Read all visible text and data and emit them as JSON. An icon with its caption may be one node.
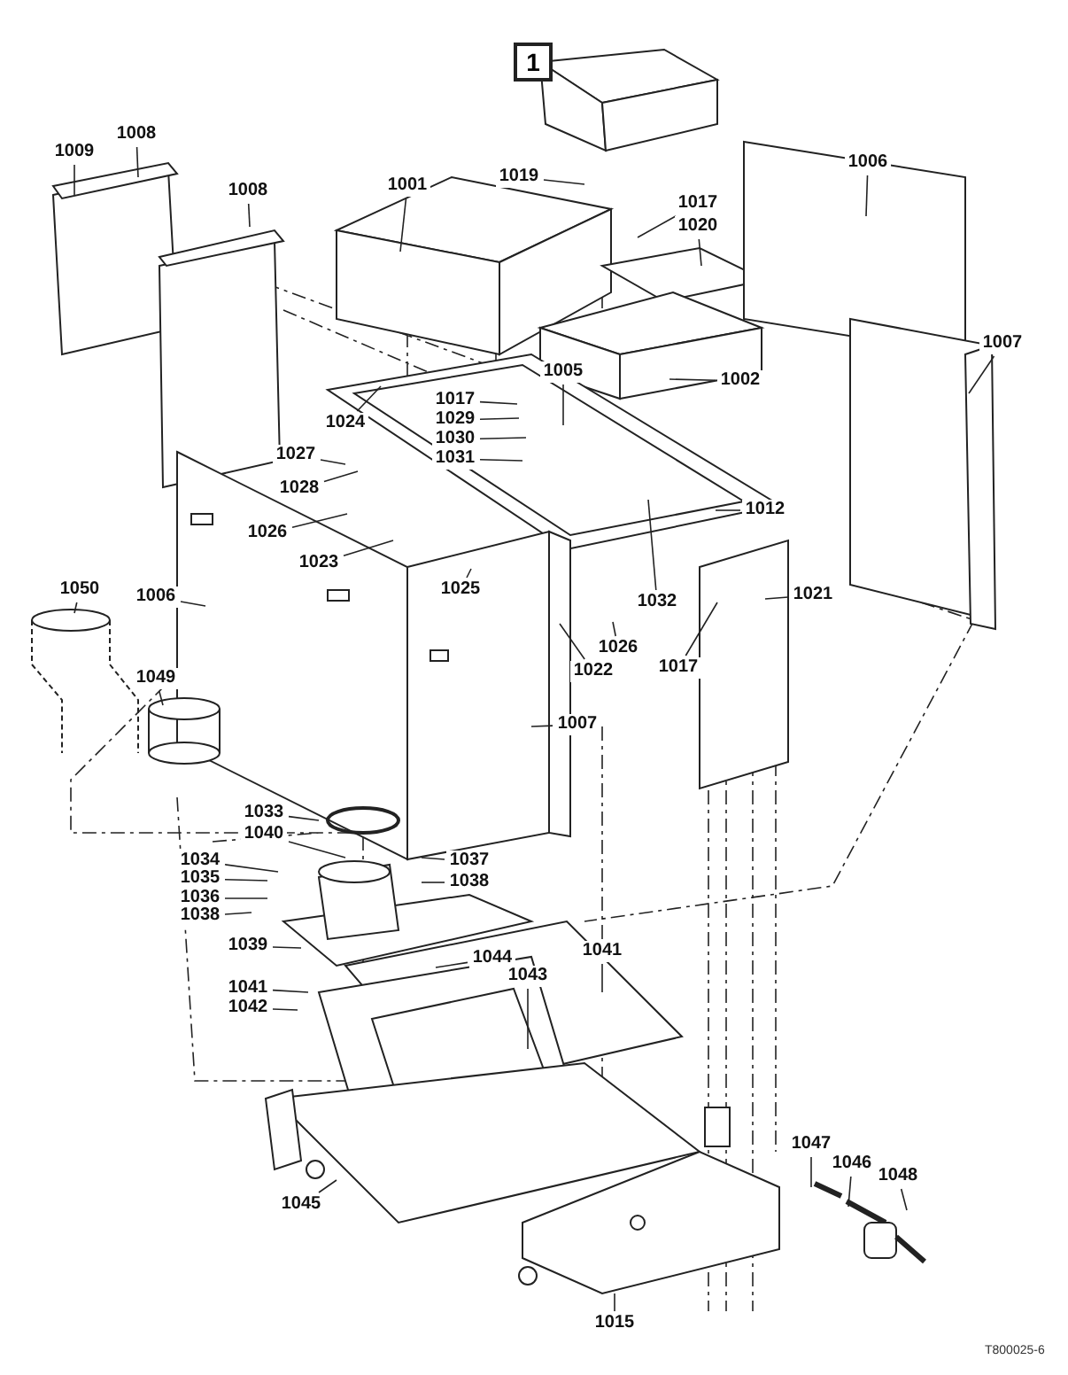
{
  "diagram": {
    "nodes": [
      {
        "text": [
          "1"
        ]
      },
      {
        "text": [
          "1009"
        ]
      },
      {
        "text": [
          "1008"
        ]
      },
      {
        "text": [
          "1008"
        ]
      },
      {
        "text": [
          "1001"
        ]
      },
      {
        "text": [
          "1019"
        ]
      },
      {
        "text": [
          "1006"
        ]
      },
      {
        "text": [
          "1017"
        ]
      },
      {
        "text": [
          "1020"
        ]
      },
      {
        "text": [
          "1002"
        ]
      },
      {
        "text": [
          "1005"
        ]
      },
      {
        "text": [
          "1007"
        ]
      },
      {
        "text": [
          "1017"
        ]
      },
      {
        "text": [
          "1029"
        ]
      },
      {
        "text": [
          "1030"
        ]
      },
      {
        "text": [
          "1031"
        ]
      },
      {
        "text": [
          "1024"
        ]
      },
      {
        "text": [
          "1027"
        ]
      },
      {
        "text": [
          "1028"
        ]
      },
      {
        "text": [
          "1012"
        ]
      },
      {
        "text": [
          "1026"
        ]
      },
      {
        "text": [
          "1023"
        ]
      },
      {
        "text": [
          "1025"
        ]
      },
      {
        "text": [
          "1032"
        ]
      },
      {
        "text": [
          "1026"
        ]
      },
      {
        "text": [
          "1022"
        ]
      },
      {
        "text": [
          "1017"
        ]
      },
      {
        "text": [
          "1021"
        ]
      },
      {
        "text": [
          "1050"
        ]
      },
      {
        "text": [
          "1006"
        ]
      },
      {
        "text": [
          "1049"
        ]
      },
      {
        "text": [
          "1007"
        ]
      },
      {
        "text": [
          "1033"
        ]
      },
      {
        "text": [
          "1040"
        ]
      },
      {
        "text": [
          "1034"
        ]
      },
      {
        "text": [
          "1037"
        ]
      },
      {
        "text": [
          "1035"
        ]
      },
      {
        "text": [
          "1038"
        ]
      },
      {
        "text": [
          "1036"
        ]
      },
      {
        "text": [
          "1038"
        ]
      },
      {
        "text": [
          "1039"
        ]
      },
      {
        "text": [
          "1041"
        ]
      },
      {
        "text": [
          "1044"
        ]
      },
      {
        "text": [
          "1043"
        ]
      },
      {
        "text": [
          "1041"
        ]
      },
      {
        "text": [
          "1042"
        ]
      },
      {
        "text": [
          "1047"
        ]
      },
      {
        "text": [
          "1046"
        ]
      },
      {
        "text": [
          "1048"
        ]
      },
      {
        "text": [
          "1045"
        ]
      },
      {
        "text": [
          "1015"
        ]
      }
    ],
    "edges": [
      {
        "from": 1,
        "to": null,
        "arrow": "none"
      },
      {
        "from": 2,
        "to": null,
        "arrow": "none"
      },
      {
        "from": 3,
        "to": null,
        "arrow": "none"
      },
      {
        "from": 4,
        "to": null,
        "arrow": "none"
      },
      {
        "from": 5,
        "to": null,
        "arrow": "none"
      },
      {
        "from": 6,
        "to": null,
        "arrow": "none"
      },
      {
        "from": 7,
        "to": null,
        "arrow": "none"
      },
      {
        "from": 8,
        "to": null,
        "arrow": "none"
      },
      {
        "from": 9,
        "to": null,
        "arrow": "none"
      },
      {
        "from": 10,
        "to": null,
        "arrow": "none"
      },
      {
        "from": 11,
        "to": null,
        "arrow": "none"
      },
      {
        "from": 12,
        "to": null,
        "arrow": "none"
      },
      {
        "from": 13,
        "to": null,
        "arrow": "none"
      },
      {
        "from": 14,
        "to": null,
        "arrow": "none"
      },
      {
        "from": 15,
        "to": null,
        "arrow": "none"
      },
      {
        "from": 16,
        "to": null,
        "arrow": "none"
      },
      {
        "from": 17,
        "to": null,
        "arrow": "none"
      },
      {
        "from": 18,
        "to": null,
        "arrow": "none"
      },
      {
        "from": 19,
        "to": null,
        "arrow": "none"
      },
      {
        "from": 20,
        "to": null,
        "arrow": "none"
      },
      {
        "from": 21,
        "to": null,
        "arrow": "none"
      },
      {
        "from": 22,
        "to": null,
        "arrow": "none"
      },
      {
        "from": 23,
        "to": null,
        "arrow": "none"
      },
      {
        "from": 24,
        "to": null,
        "arrow": "none"
      },
      {
        "from": 25,
        "to": null,
        "arrow": "none"
      },
      {
        "from": 26,
        "to": null,
        "arrow": "none"
      },
      {
        "from": 27,
        "to": null,
        "arrow": "none"
      },
      {
        "from": 28,
        "to": null,
        "arrow": "none"
      },
      {
        "from": 29,
        "to": null,
        "arrow": "none"
      },
      {
        "from": 30,
        "to": null,
        "arrow": "none"
      },
      {
        "from": 31,
        "to": null,
        "arrow": "none"
      },
      {
        "from": 32,
        "to": null,
        "arrow": "none"
      },
      {
        "from": 33,
        "to": null,
        "arrow": "none"
      },
      {
        "from": 34,
        "to": null,
        "arrow": "none"
      },
      {
        "from": 35,
        "to": null,
        "arrow": "none"
      },
      {
        "from": 36,
        "to": null,
        "arrow": "none"
      },
      {
        "from": 37,
        "to": null,
        "arrow": "none"
      },
      {
        "from": 38,
        "to": null,
        "arrow": "none"
      },
      {
        "from": 39,
        "to": null,
        "arrow": "none"
      },
      {
        "from": 40,
        "to": null,
        "arrow": "none"
      },
      {
        "from": 41,
        "to": null,
        "arrow": "none"
      },
      {
        "from": 42,
        "to": null,
        "arrow": "none"
      },
      {
        "from": 43,
        "to": null,
        "arrow": "none"
      },
      {
        "from": 44,
        "to": null,
        "arrow": "none"
      },
      {
        "from": 45,
        "to": null,
        "arrow": "none"
      },
      {
        "from": 46,
        "to": null,
        "arrow": "none"
      },
      {
        "from": 47,
        "to": null,
        "arrow": "none"
      },
      {
        "from": 48,
        "to": null,
        "arrow": "none"
      },
      {
        "from": 49,
        "to": null,
        "arrow": "none"
      },
      {
        "from": 50,
        "to": null,
        "arrow": "none"
      }
    ],
    "labels": [
      "T800025-6"
    ]
  }
}
